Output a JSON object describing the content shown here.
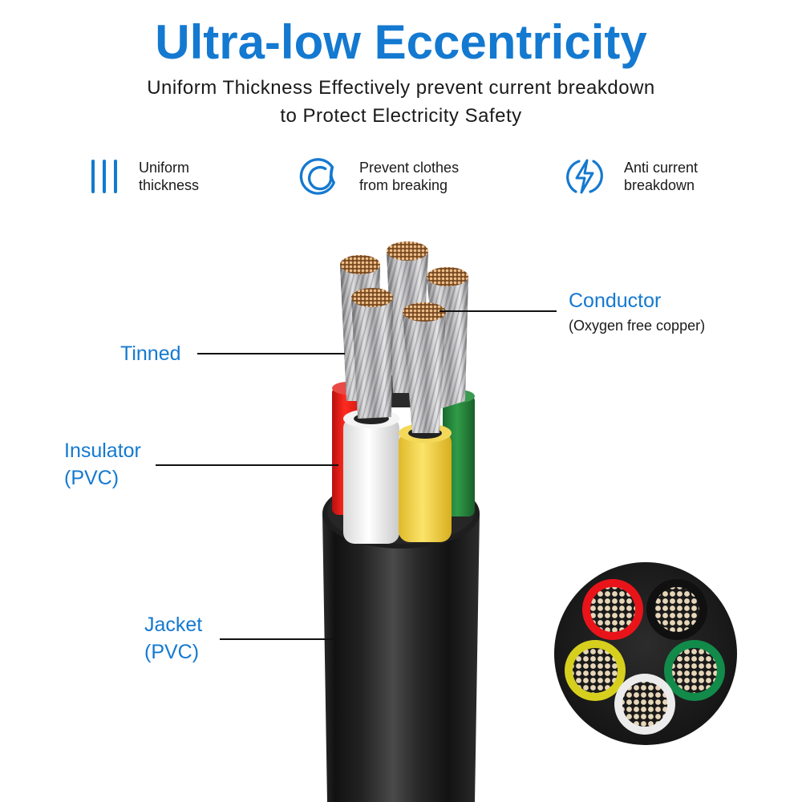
{
  "header": {
    "title": "Ultra-low Eccentricity",
    "subtitle_line1": "Uniform Thickness Effectively prevent current breakdown",
    "subtitle_line2": "to Protect Electricity Safety"
  },
  "features": [
    {
      "icon": "three-bars-icon",
      "line1": "Uniform",
      "line2": "thickness"
    },
    {
      "icon": "concentric-ring-icon",
      "line1": "Prevent clothes",
      "line2": "from breaking"
    },
    {
      "icon": "lightning-bolt-icon",
      "line1": "Anti current",
      "line2": "breakdown"
    }
  ],
  "callouts": {
    "conductor": {
      "label": "Conductor",
      "sub": "(Oxygen free copper)"
    },
    "tinned": {
      "label": "Tinned"
    },
    "insulator": {
      "line1": "Insulator",
      "line2": "(PVC)"
    },
    "jacket": {
      "line1": "Jacket",
      "line2": "(PVC)"
    }
  },
  "cable": {
    "wire_colors": [
      "red",
      "black",
      "white",
      "yellow",
      "green"
    ],
    "cross_section_colors": {
      "red": "#e8141a",
      "black": "#1a1a1a",
      "yellow": "#d6cf1e",
      "green": "#128a4a",
      "white": "#ececec"
    }
  },
  "colors": {
    "accent_blue": "#1479d0",
    "text_dark": "#1a1a1a",
    "jacket_black": "#1c1c1c",
    "copper": "#c9955a"
  }
}
